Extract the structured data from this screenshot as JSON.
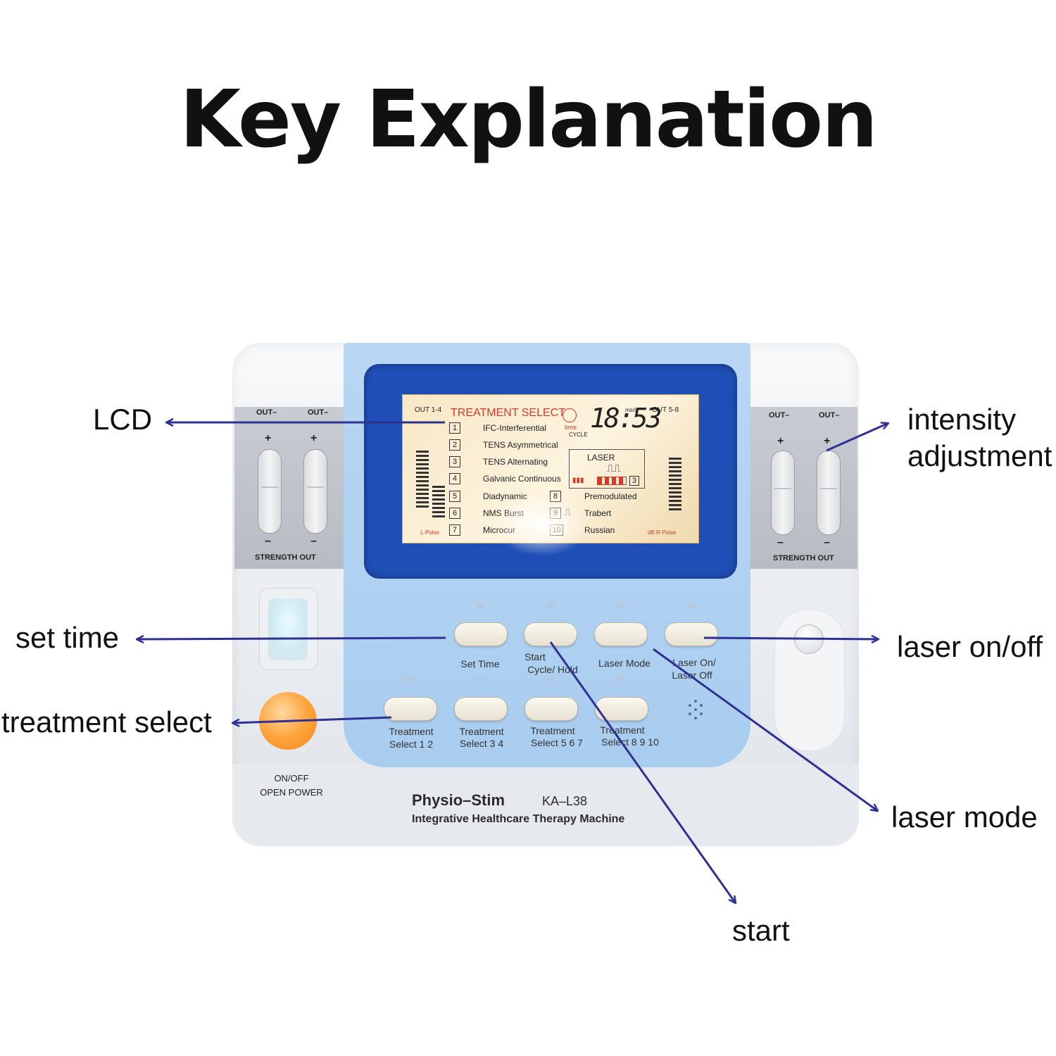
{
  "title": "Key Explanation",
  "callouts": {
    "lcd": "LCD",
    "intensity_line1": "intensity",
    "intensity_line2": "adjustment",
    "set_time": "set time",
    "laser_onoff": "laser on/off",
    "treatment_select": "treatment select",
    "laser_mode": "laser mode",
    "start": "start"
  },
  "device": {
    "brand": "Physio–Stim",
    "model": "KA–L38",
    "subtitle": "Integrative Healthcare Therapy Machine",
    "power_line1": "ON/OFF",
    "power_line2": "OPEN POWER",
    "strength_out": "STRENGTH OUT",
    "out_left_1": "OUT–",
    "out_left_2": "OUT–",
    "out_right_1": "OUT–",
    "out_right_2": "OUT–",
    "plus": "+",
    "minus": "–"
  },
  "lcd": {
    "out_left": "OUT 1-4",
    "out_right": "OUT 5-8",
    "header": "TREATMENT SELECT",
    "time_label": "time",
    "cycle_label": "CYCLE",
    "clock": "18:53",
    "ms_label": "ms/s",
    "laser": "LASER",
    "laser_level": "3",
    "l_pulse": "L-Pulse",
    "r_pulse": "dB R-Pulse",
    "treatments": [
      {
        "num": "1",
        "name": "IFC-Interferential"
      },
      {
        "num": "2",
        "name": "TENS Asymmetrical"
      },
      {
        "num": "3",
        "name": "TENS Alternating"
      },
      {
        "num": "4",
        "name": "Galvanic Continuous"
      },
      {
        "num": "5",
        "name": "Diadynamic"
      },
      {
        "num": "6",
        "name": "NMS Burst"
      },
      {
        "num": "7",
        "name": "Microcur"
      },
      {
        "num": "8",
        "name": "Premodulated"
      },
      {
        "num": "9",
        "name": "Trabert"
      },
      {
        "num": "10",
        "name": "Russian"
      }
    ]
  },
  "buttons": {
    "set_time": "Set Time",
    "start_1": "Start",
    "start_2": "Cycle/ Hold",
    "laser_mode": "Laser Mode",
    "laser_on_1": "Laser On/",
    "laser_on_2": "Laser Off",
    "ts12_1": "Treatment",
    "ts12_2": "Select 1 2",
    "ts34_1": "Treatment",
    "ts34_2": "Select 3 4",
    "ts567_1": "Treatment",
    "ts567_2": "Select 5 6 7",
    "ts8910_1": "Treatment",
    "ts8910_2": "Select 8 9 10"
  },
  "colors": {
    "arrow": "#2e3192",
    "panel_blue": "#a9cdef",
    "lcd_frame": "#1f4fb6",
    "power": "#ffa43c"
  }
}
